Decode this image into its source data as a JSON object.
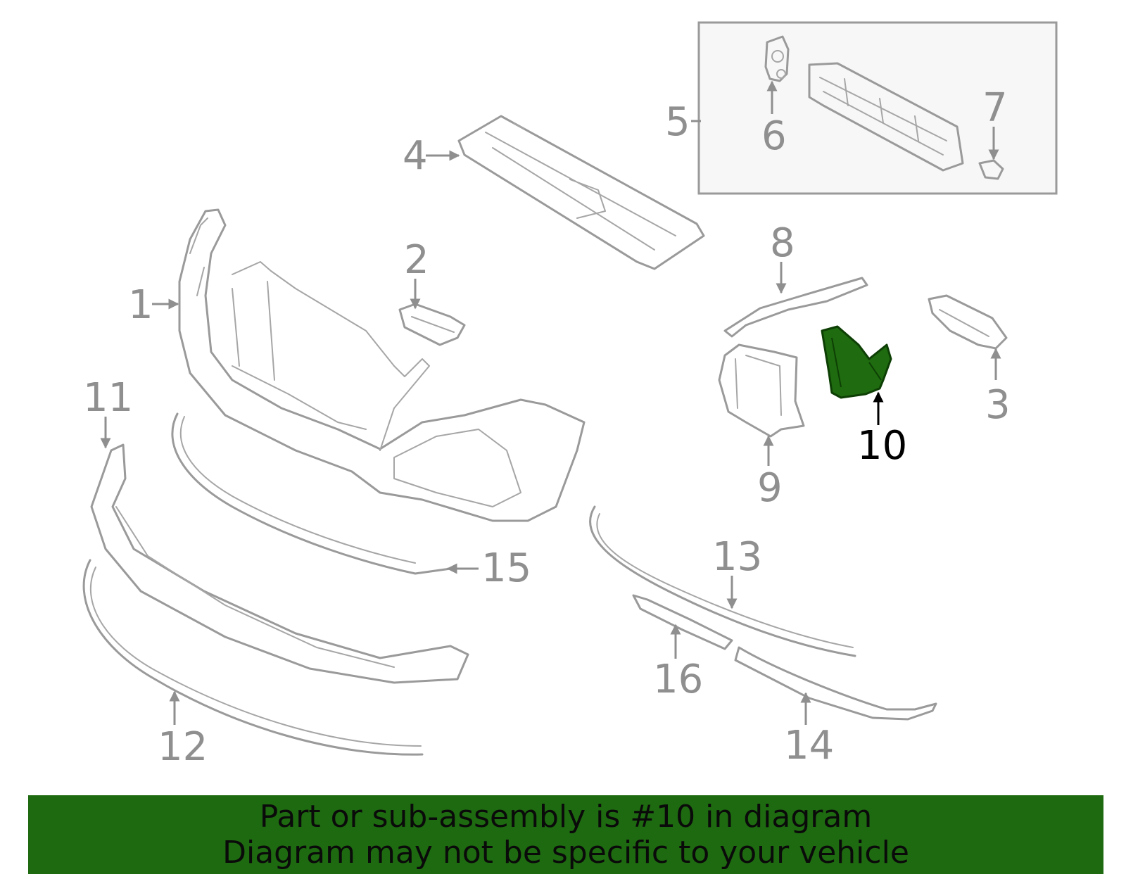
{
  "diagram": {
    "highlight_color": "#1e6a10",
    "highlighted_part": "10",
    "callouts": [
      "1",
      "2",
      "3",
      "4",
      "5",
      "6",
      "7",
      "8",
      "9",
      "10",
      "11",
      "12",
      "13",
      "14",
      "15",
      "16"
    ]
  },
  "banner": {
    "line1": "Part or sub-assembly is #10 in diagram",
    "line2": "Diagram may not be specific to your vehicle"
  }
}
